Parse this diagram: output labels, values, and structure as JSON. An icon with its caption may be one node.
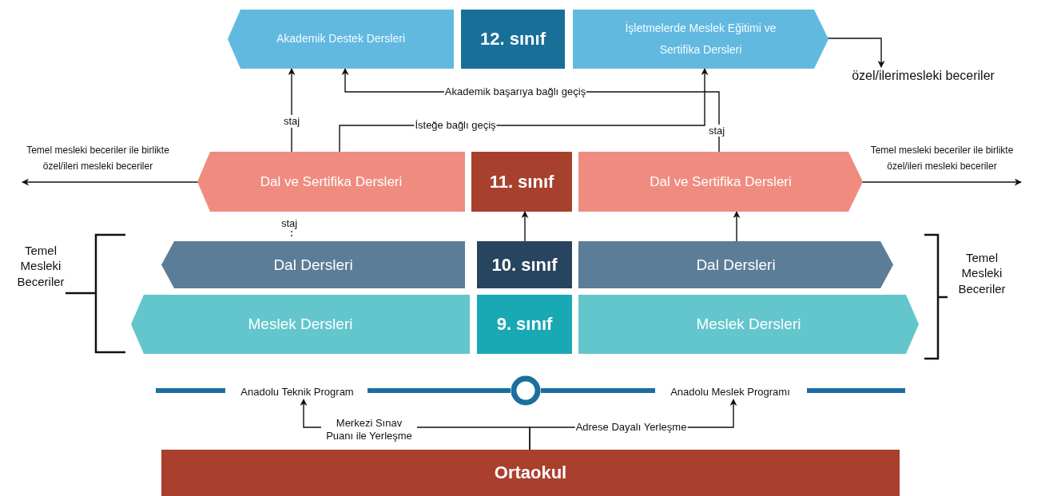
{
  "diagram": {
    "nodes": [
      {
        "text": [
          "Akademik Destek Dersleri"
        ]
      },
      {
        "text": [
          "12. sınıf"
        ]
      },
      {
        "text": [
          "İşletmelerde Meslek Eğitimi ve Sertifika Dersleri"
        ]
      },
      {
        "text": [
          "özel/ilerimesleki beceriler"
        ]
      },
      {
        "text": [
          "Temel mesleki beceriler ile birlikte özel/ileri mesleki beceriler"
        ]
      },
      {
        "text": [
          "Dal ve Sertifika Dersleri"
        ]
      },
      {
        "text": [
          "11. sınıf"
        ]
      },
      {
        "text": [
          "Dal ve Sertifika Dersleri"
        ]
      },
      {
        "text": [
          "Temel mesleki beceriler ile birlikte özel/ileri mesleki beceriler"
        ]
      },
      {
        "text": [
          "Temel Mesleki Beceriler"
        ]
      },
      {
        "text": [
          "Dal Dersleri"
        ]
      },
      {
        "text": [
          "10. sınıf"
        ]
      },
      {
        "text": [
          "Dal Dersleri"
        ]
      },
      {
        "text": [
          "Temel Mesleki Beceriler"
        ]
      },
      {
        "text": [
          "Meslek Dersleri"
        ]
      },
      {
        "text": [
          "9. sınıf"
        ]
      },
      {
        "text": [
          "Meslek Dersleri"
        ]
      },
      {
        "text": [
          "Anadolu Teknik Program"
        ]
      },
      {
        "text": [],
        "shape": "circle"
      },
      {
        "text": [
          "Anadolu Meslek Programı"
        ]
      },
      {
        "text": [
          "Ortaokul"
        ]
      }
    ],
    "edges": [
      {
        "from": 5,
        "to": 0,
        "arrow": "to",
        "label": "staj"
      },
      {
        "from": 7,
        "to": 0,
        "arrow": "to",
        "label": "Akademik başarıya bağlı geçiş"
      },
      {
        "from": 5,
        "to": 2,
        "arrow": "to",
        "label": "İsteğe bağlı geçiş"
      },
      {
        "from": 2,
        "to": 3,
        "arrow": "to"
      },
      {
        "from": 5,
        "to": 4,
        "arrow": "to"
      },
      {
        "from": 7,
        "to": 8,
        "arrow": "to"
      },
      {
        "from": 11,
        "to": 6,
        "arrow": "to"
      },
      {
        "from": 12,
        "to": 7,
        "arrow": "to"
      },
      {
        "from": 17,
        "to": 18,
        "arrow": "none",
        "style": "thick",
        "color": "#1a6fa0"
      },
      {
        "from": 18,
        "to": 19,
        "arrow": "none",
        "style": "thick",
        "color": "#1a6fa0"
      },
      {
        "from": 20,
        "to": 17,
        "arrow": "to",
        "label": "Merkezi Sınav Puanı ile Yerleşme"
      },
      {
        "from": 20,
        "to": 19,
        "arrow": "to",
        "label": "Adrese Dayalı Yerleşme"
      }
    ],
    "labels": [
      "staj",
      "staj"
    ]
  }
}
